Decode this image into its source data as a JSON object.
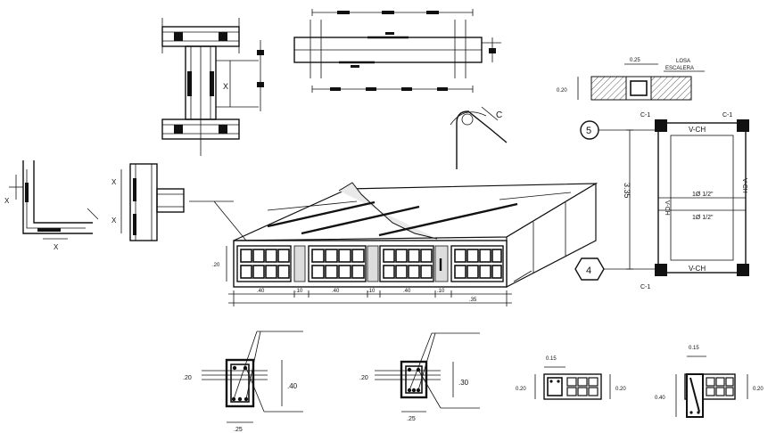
{
  "labels": {
    "x": "X",
    "c_arc": "C",
    "losa_1": "LOSA",
    "losa_2": "ESCALERA",
    "w_025": "0.25",
    "h_020_top": "0.20",
    "axis_5": "5",
    "axis_4": "4",
    "c1": "C-1",
    "vch": "V-CH",
    "span_335": "3.35",
    "rebar": "1Ø 1/2\"",
    "d_20_a": ".20",
    "d_40_a": ".40",
    "d_25_a": ".25",
    "d_20_b": ".20",
    "d_30_b": ".30",
    "d_25_b": ".25",
    "d_015_a": "0.15",
    "d_020_a_l": "0.20",
    "d_020_a_r": "0.20",
    "d_015_b": "0.15",
    "d_040_b": "0.40",
    "d_020_b_r": "0.20",
    "slab_h": ".20",
    "slab_w1": ".40",
    "slab_w2": ".10",
    "slab_w3": ".40",
    "slab_w4": ".10",
    "slab_w5": ".40",
    "slab_w6": ".10",
    "slab_total": ".35"
  }
}
